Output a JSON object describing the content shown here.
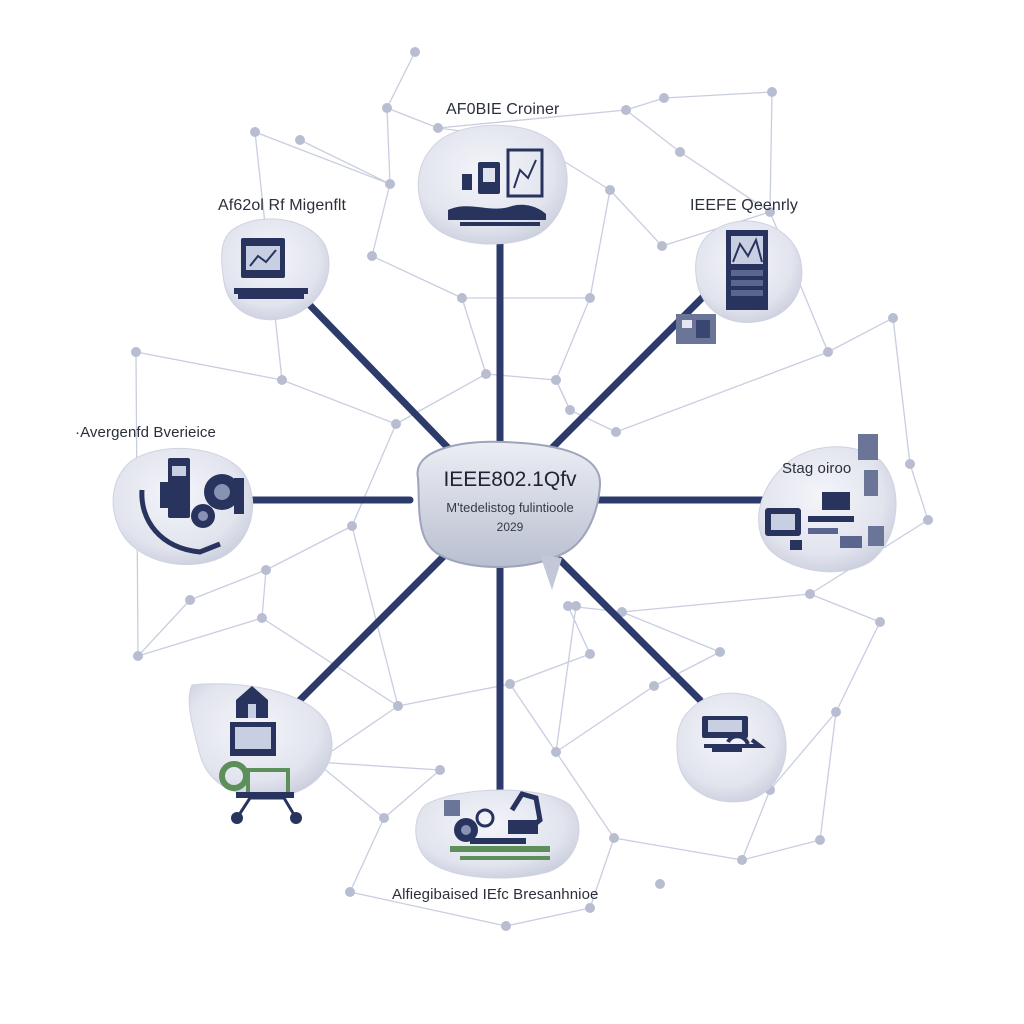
{
  "hub": {
    "title": "IEEE802.1Qfv",
    "subtitle": "Μ'tedelistog fulintioole",
    "year": "2029"
  },
  "nodes": [
    {
      "id": "top",
      "label": "AF0BIE Croiner",
      "icon": "computer-workstation-icon"
    },
    {
      "id": "top-left",
      "label": "Af62ol Rf Migenflt",
      "icon": "laptop-icon"
    },
    {
      "id": "top-right",
      "label": "IEEFE Qeenrly",
      "icon": "server-rack-icon"
    },
    {
      "id": "left",
      "label": "·Avergenfd Bverieice",
      "icon": "machinery-gears-icon"
    },
    {
      "id": "right",
      "label": "Stag oiroo",
      "icon": "equipment-panel-icon"
    },
    {
      "id": "bottom-left",
      "label": "",
      "icon": "vehicle-house-icon"
    },
    {
      "id": "bottom",
      "label": "Alfiegibaised IEfc Bresanhnioe",
      "icon": "industrial-robot-icon"
    },
    {
      "id": "bottom-right",
      "label": "",
      "icon": "device-tools-icon"
    }
  ],
  "colors": {
    "spoke": "#2c3b6b",
    "blob": "#e4e6ef",
    "blob_edge": "#cfd3e0",
    "mesh": "#c9cde0",
    "dot": "#b9bdd2",
    "icon_dark": "#28345e",
    "icon_green": "#5c8f5a"
  }
}
